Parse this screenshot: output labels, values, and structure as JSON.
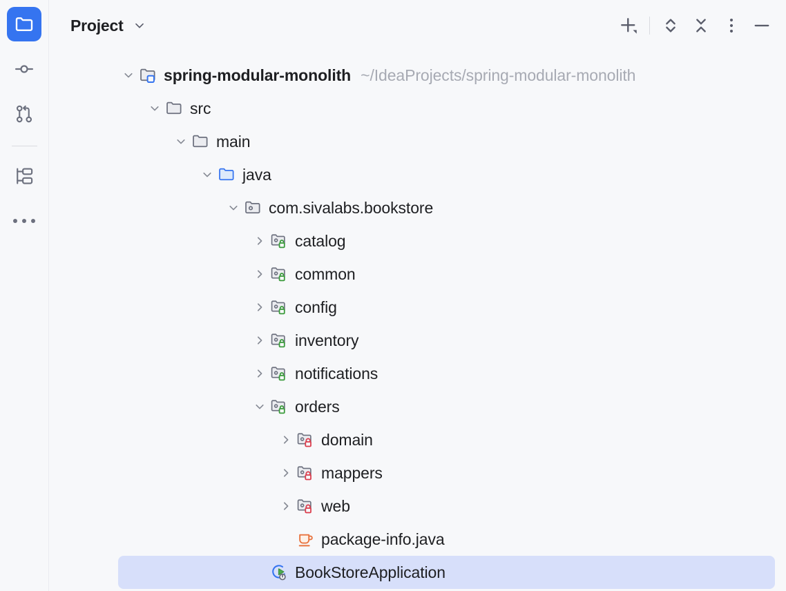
{
  "window": {
    "title": "Project",
    "title_dropdown_icon": "chevron-down-icon"
  },
  "stripe": {
    "items": [
      {
        "name": "project-tool-window",
        "icon": "folder-icon",
        "active": true,
        "tooltip": "Project"
      },
      {
        "name": "commit-tool-window",
        "icon": "commit-icon",
        "active": false,
        "tooltip": "Commit"
      },
      {
        "name": "pull-requests-tool-window",
        "icon": "pull-request-icon",
        "active": false,
        "tooltip": "Pull Requests"
      },
      {
        "name": "structure-tool-window",
        "icon": "structure-icon",
        "active": false,
        "tooltip": "Structure"
      },
      {
        "name": "more-tool-windows",
        "icon": "ellipsis-icon",
        "active": false,
        "tooltip": "More Tool Windows"
      }
    ]
  },
  "toolbar": {
    "actions": [
      {
        "name": "add-button",
        "icon": "plus-dropdown-icon",
        "tooltip": "New"
      },
      {
        "name": "expand-collapse-button",
        "icon": "expand-collapse-icon",
        "tooltip": "Expand / Collapse"
      },
      {
        "name": "collapse-all-button",
        "icon": "collapse-all-icon",
        "tooltip": "Collapse All"
      },
      {
        "name": "options-button",
        "icon": "more-vertical-icon",
        "tooltip": "Options"
      },
      {
        "name": "hide-button",
        "icon": "minimize-icon",
        "tooltip": "Hide"
      }
    ]
  },
  "tree": {
    "nodes": [
      {
        "label": "spring-modular-monolith",
        "hint": "~/IdeaProjects/spring-modular-monolith",
        "icon": "project-folder-icon",
        "arrow": "expanded",
        "indent": 0,
        "bold": true,
        "selected": false
      },
      {
        "label": "src",
        "hint": "",
        "icon": "folder-gray-icon",
        "arrow": "expanded",
        "indent": 1,
        "bold": false,
        "selected": false
      },
      {
        "label": "main",
        "hint": "",
        "icon": "folder-gray-icon",
        "arrow": "expanded",
        "indent": 2,
        "bold": false,
        "selected": false
      },
      {
        "label": "java",
        "hint": "",
        "icon": "source-root-folder-icon",
        "arrow": "expanded",
        "indent": 3,
        "bold": false,
        "selected": false
      },
      {
        "label": "com.sivalabs.bookstore",
        "hint": "",
        "icon": "package-icon",
        "arrow": "expanded",
        "indent": 4,
        "bold": false,
        "selected": false
      },
      {
        "label": "catalog",
        "hint": "",
        "icon": "module-package-open-icon",
        "arrow": "collapsed",
        "indent": 5,
        "bold": false,
        "selected": false
      },
      {
        "label": "common",
        "hint": "",
        "icon": "module-package-open-icon",
        "arrow": "collapsed",
        "indent": 5,
        "bold": false,
        "selected": false
      },
      {
        "label": "config",
        "hint": "",
        "icon": "module-package-open-icon",
        "arrow": "collapsed",
        "indent": 5,
        "bold": false,
        "selected": false
      },
      {
        "label": "inventory",
        "hint": "",
        "icon": "module-package-open-icon",
        "arrow": "collapsed",
        "indent": 5,
        "bold": false,
        "selected": false
      },
      {
        "label": "notifications",
        "hint": "",
        "icon": "module-package-open-icon",
        "arrow": "collapsed",
        "indent": 5,
        "bold": false,
        "selected": false
      },
      {
        "label": "orders",
        "hint": "",
        "icon": "module-package-open-icon",
        "arrow": "expanded",
        "indent": 5,
        "bold": false,
        "selected": false
      },
      {
        "label": "domain",
        "hint": "",
        "icon": "package-locked-icon",
        "arrow": "collapsed",
        "indent": 6,
        "bold": false,
        "selected": false
      },
      {
        "label": "mappers",
        "hint": "",
        "icon": "package-locked-icon",
        "arrow": "collapsed",
        "indent": 6,
        "bold": false,
        "selected": false
      },
      {
        "label": "web",
        "hint": "",
        "icon": "package-locked-icon",
        "arrow": "collapsed",
        "indent": 6,
        "bold": false,
        "selected": false
      },
      {
        "label": "package-info.java",
        "hint": "",
        "icon": "java-file-icon",
        "arrow": "none",
        "indent": 6,
        "bold": false,
        "selected": false
      },
      {
        "label": "BookStoreApplication",
        "hint": "",
        "icon": "spring-boot-application-icon",
        "arrow": "none",
        "indent": 5,
        "bold": false,
        "selected": true
      }
    ]
  },
  "colors": {
    "background": "#F7F8FA",
    "selection": "#D7DFFA",
    "accent_blue": "#3574F0",
    "text": "#1E1F22",
    "muted_text": "#A7AAB3",
    "icon_gray": "#6C707E",
    "module_green": "#389A39",
    "locked_red": "#DB3B4B",
    "java_orange": "#E8733E"
  }
}
